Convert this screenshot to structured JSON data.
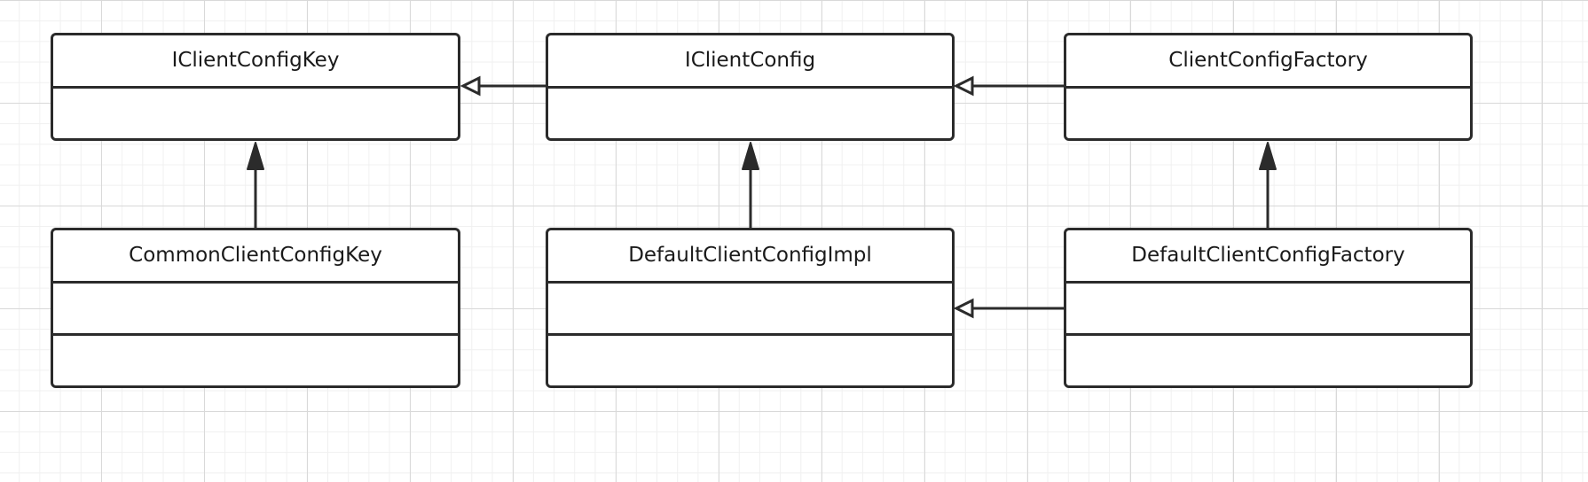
{
  "classes": {
    "iclientconfigkey": {
      "name": "IClientConfigKey"
    },
    "iclientconfig": {
      "name": "IClientConfig"
    },
    "clientconfigfactory": {
      "name": "ClientConfigFactory"
    },
    "commonclientconfigkey": {
      "name": "CommonClientConfigKey"
    },
    "defaultclientconfigimpl": {
      "name": "DefaultClientConfigImpl"
    },
    "defaultclientconfigfactory": {
      "name": "DefaultClientConfigFactory"
    }
  },
  "relations": [
    {
      "from": "iclientconfig",
      "to": "iclientconfigkey",
      "kind": "dependency-open-arrow"
    },
    {
      "from": "clientconfigfactory",
      "to": "iclientconfig",
      "kind": "dependency-open-arrow"
    },
    {
      "from": "commonclientconfigkey",
      "to": "iclientconfigkey",
      "kind": "filled-arrow"
    },
    {
      "from": "defaultclientconfigimpl",
      "to": "iclientconfig",
      "kind": "filled-arrow"
    },
    {
      "from": "defaultclientconfigfactory",
      "to": "clientconfigfactory",
      "kind": "filled-arrow"
    },
    {
      "from": "defaultclientconfigfactory",
      "to": "defaultclientconfigimpl",
      "kind": "dependency-open-arrow"
    }
  ],
  "colors": {
    "line": "#2b2b2b",
    "grid_major": "#d9d9d9",
    "grid_minor": "#f0f0f0"
  }
}
